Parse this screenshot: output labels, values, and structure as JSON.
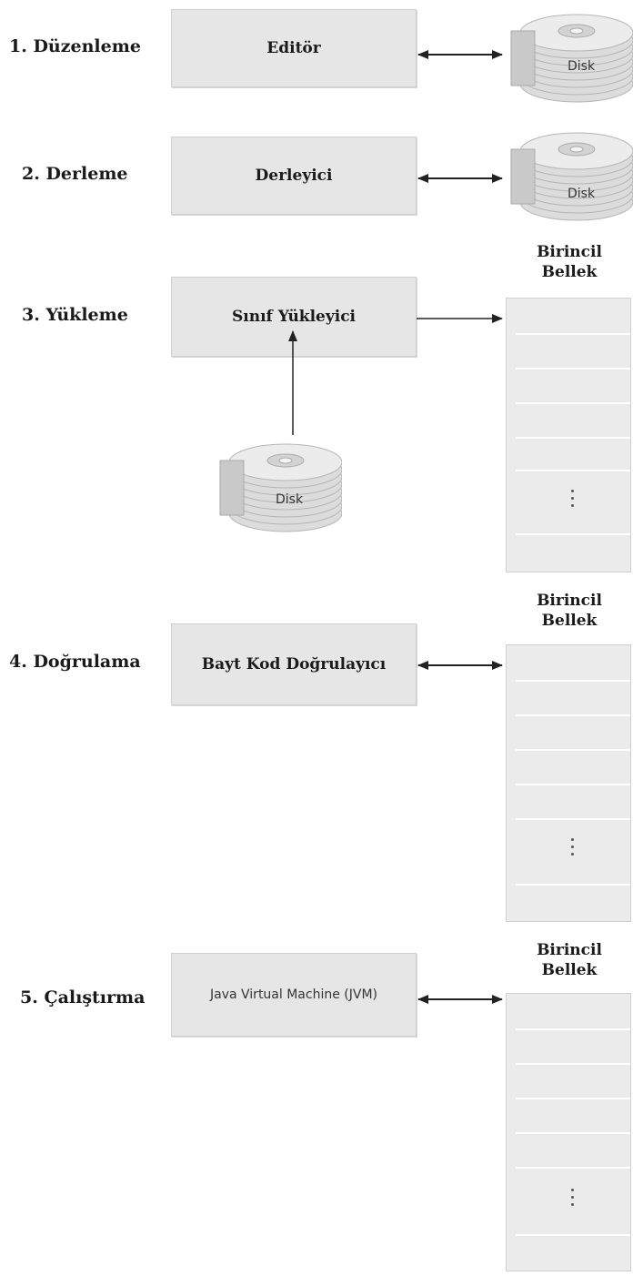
{
  "steps": [
    {
      "label": "1. Düzenleme",
      "tool": "Editör"
    },
    {
      "label": "2. Derleme",
      "tool": "Derleyici"
    },
    {
      "label": "3. Yükleme",
      "tool": "Sınıf Yükleyici"
    },
    {
      "label": "4. Doğrulama",
      "tool": "Bayt Kod Doğrulayıcı"
    },
    {
      "label": "5. Çalıştırma",
      "tool": "Java Virtual Machine (JVM)"
    }
  ],
  "disk_label": "Disk",
  "memory_title": "Birincil Bellek",
  "memory_title_lines": [
    "Birincil",
    "Bellek"
  ],
  "colors": {
    "box_fill": "#e6e6e6",
    "memory_fill": "#ebebeb",
    "arrow": "#222222"
  }
}
